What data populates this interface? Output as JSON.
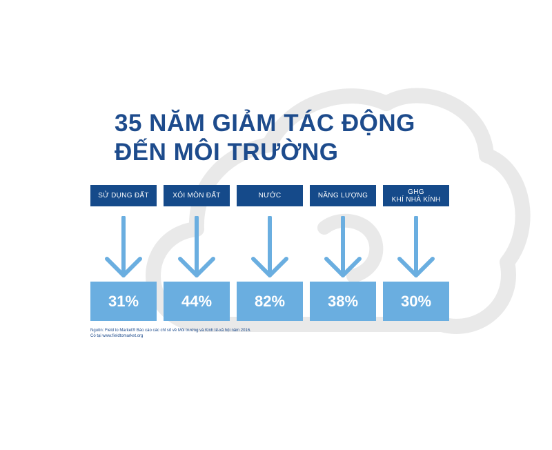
{
  "title": {
    "line1": "35 NĂM GIẢM TÁC ĐỘNG",
    "line2": "ĐẾN MÔI TRƯỜNG"
  },
  "chart_data": {
    "type": "table",
    "categories": [
      [
        "SỬ DỤNG ĐẤT"
      ],
      [
        "XÓI MÒN ĐẤT"
      ],
      [
        "NƯỚC"
      ],
      [
        "NĂNG LƯỢNG"
      ],
      [
        "GHG",
        "KHÍ NHÀ KÍNH"
      ]
    ],
    "values": [
      "31%",
      "44%",
      "82%",
      "38%",
      "30%"
    ],
    "colors": {
      "header": "#154a8a",
      "value": "#6aaee0",
      "arrow": "#6aaee0",
      "title": "#1d4b8c",
      "background_icon": "#e9e9e9"
    }
  },
  "source": {
    "line1": "Nguồn: Field to Market® Báo cáo các chỉ số về Môi trường và Kinh tế-xã hội năm 2016.",
    "line2": "Có tại  www.fieldtomarket.org"
  },
  "background_icon": "cloud-icon"
}
